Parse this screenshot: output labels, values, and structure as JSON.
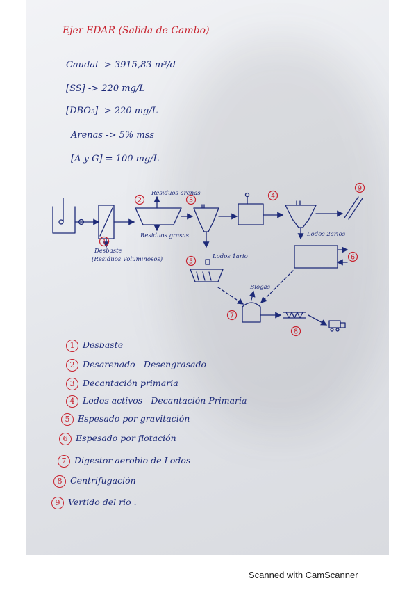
{
  "header": {
    "title": "Ejer EDAR (Salida de Cambo)"
  },
  "parameters": [
    {
      "text": "Caudal -> 3915,83 m³/d"
    },
    {
      "text": "[SS] -> 220 mg/L"
    },
    {
      "text": "[DBO₅] -> 220 mg/L"
    },
    {
      "text": "Arenas -> 5% mss"
    },
    {
      "text": "[A y G] = 100 mg/L"
    }
  ],
  "diagram": {
    "labels": {
      "residuos_arenas": "Residuos arenas",
      "residuos_grasas": "Residuos grasas",
      "desbaste": "Desbaste",
      "residuos_voluminosos": "(Residuos Voluminosos)",
      "lodos_1": "Lodos 1ario",
      "lodos_2": "Lodos 2arios",
      "biogas": "Biogas"
    },
    "numbers": [
      "1",
      "2",
      "3",
      "4",
      "5",
      "6",
      "7",
      "8",
      "9"
    ]
  },
  "legend": [
    {
      "num": "1",
      "text": "Desbaste"
    },
    {
      "num": "2",
      "text": "Desarenado - Desengrasado"
    },
    {
      "num": "3",
      "text": "Decantación primaria"
    },
    {
      "num": "4",
      "text": "Lodos activos - Decantación Primaria"
    },
    {
      "num": "5",
      "text": "Espesado por gravitación"
    },
    {
      "num": "6",
      "text": "Espesado por flotación"
    },
    {
      "num": "7",
      "text": "Digestor aerobio de Lodos"
    },
    {
      "num": "8",
      "text": "Centrifugación"
    },
    {
      "num": "9",
      "text": "Vertido del rio ."
    }
  ],
  "footer": {
    "scanner": "Scanned with CamScanner"
  },
  "colors": {
    "ink_red": "#c8232f",
    "ink_blue": "#1d2a78",
    "paper": "#e6e8ec"
  }
}
